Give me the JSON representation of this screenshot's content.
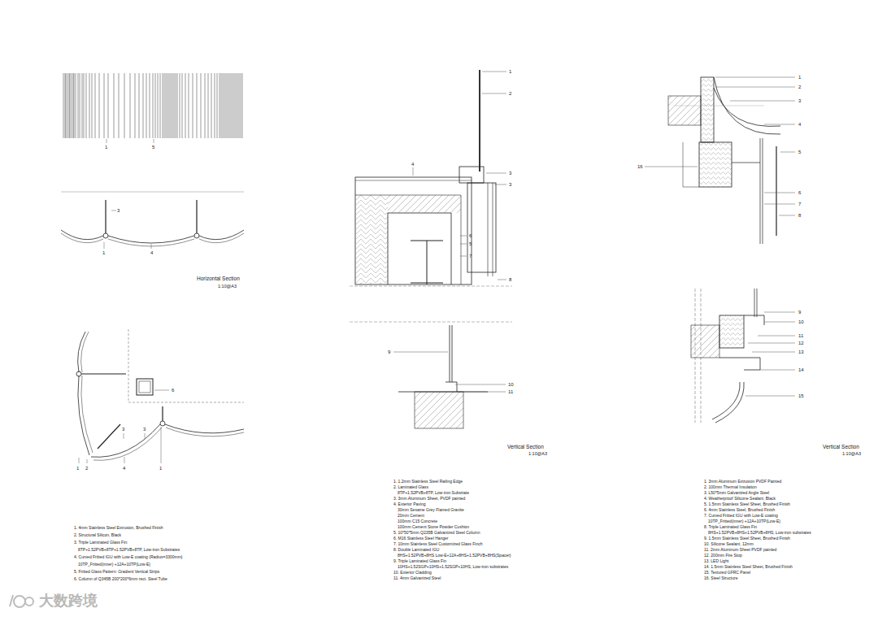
{
  "diagram": {
    "labels": [
      "1",
      "5",
      "3",
      "1",
      "4",
      "Horizontal Section",
      "1:10@A3",
      "6",
      "3",
      "3",
      "1",
      "2",
      "4",
      "1",
      "1. 4mm Stainless Steel Extrusion, Brushed Finish",
      "2. Structural Silicon, Black",
      "3. Triple Laminated Glass Fin:",
      "8TP+1.52PVB+8TP+1.52PVB+8TP, Low-iron Substrates",
      "4. Curved Fritted IGU with Low-E coating (Radius=3300mm)",
      "10TP_Fritted(inner) +12A+10TP(Low-E)",
      "5. Fritted Glass Pattern: Gradient Vertical Strips",
      "6. Column of Q345B 200*200*6mm rect. Steel Tube",
      "1",
      "2",
      "4",
      "3",
      "3",
      "6",
      "5",
      "7",
      "8",
      "9",
      "10",
      "11",
      "Vertical Section",
      "1:10@A3",
      "1. 1.2mm Stainless Steel Railing Edge",
      "2. Laminated Glass",
      "8TP+1.52PVB+8TP, Low-iron Substrate",
      "3. 3mm Aluminum Sheet, PVDF painted",
      "4. Exterior Paving",
      "30mm Sesame Grey Flamed Granite",
      "20mm Cement",
      "100mm C15 Concrete",
      "100mm Cement Stone Powder Cushion",
      "5. 10*50*5mm Q235B Galvanized Steel Column",
      "6. M16 Stainless Steel Hanger",
      "7. 10mm Stainless Steel Customized Glass Finch",
      "8. Double Laminated IGU",
      "8HS+1.52PVB+8HS Low-E+12A+8HS+1.52PVB+8HS(Spacer)",
      "9. Triple Laminated Glass Fin",
      "10HS+1.52SGP+10HS+1.52SGP+10HS, Low-iron substrates",
      "10. Exterior Cladding",
      "11. 4mm Galvanized Steel",
      "1",
      "2",
      "3",
      "4",
      "5",
      "16",
      "6",
      "7",
      "8",
      "9",
      "10",
      "11",
      "12",
      "13",
      "14",
      "15",
      "Vertical Section",
      "1:10@A3",
      "1. 3mm Aluminum Extrusion PVDF Painted",
      "2. 100mm Thermal Insulation",
      "3. L50*5mm Galvanized Angle Steel",
      "4. Weatherproof Silicone Sealant, Black",
      "5. 1.5mm Stainless Steel Sheet, Brushed Finish",
      "6. 4mm Stainless Steel, Brushed Finish",
      "7. Curved Fritted IGU with Low-E coating",
      "10TP_Fritted(inner) +12A+10TP(Low-E)",
      "8. Triple Laminated Glass Fin",
      "8HS+1.52PVB+8HS+1.52PVB+8HS, Low-iron substrates",
      "9. 1.5mm Stainless Steel Sheet, Brushed Finish",
      "10. Silicone Sealant, 12mm",
      "11. 2mm Aluminum Sheet PVDF painted",
      "12. 200mm Fire Stop",
      "13. LED Light",
      "14. 1.5mm Stainless Steel Sheet, Brushed Finish",
      "15. Textured GFRC Panel",
      "16. Steel Structure",
      "大数跨境"
    ]
  }
}
